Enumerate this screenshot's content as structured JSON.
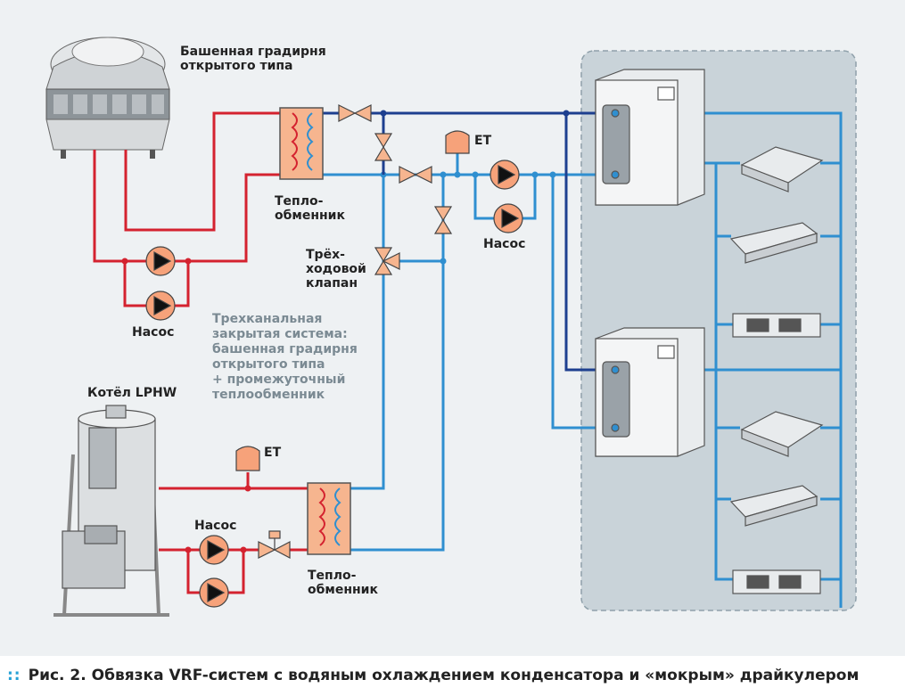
{
  "colors": {
    "hot_pipe": "#d4222f",
    "cold_pipe": "#2f8fd0",
    "supply_pipe": "#1d3f8f",
    "valve_fill": "#f6b58f",
    "pump_fill": "#f6a27a",
    "hx_fill": "#f6b58f",
    "panel_bg": "#c9d3d9"
  },
  "labels": {
    "cooling_tower": "Башенная градирня\nоткрытого типа",
    "hx_top": "Тепло-\nобменник",
    "et_top": "ET",
    "pump_right": "Насос",
    "pump_left": "Насос",
    "three_way_valve": "Трёх-\nходовой\nклапан",
    "system_note": "Трехканальная\nзакрытая система:\nбашенная градирня\nоткрытого типа\n+ промежуточный\nтеплообменник",
    "boiler": "Котёл LPHW",
    "et_bottom": "ET",
    "pump_bottom": "Насос",
    "hx_bottom": "Тепло-\nобменник"
  },
  "caption": {
    "dots": "::",
    "figure_no": "Рис. 2.",
    "text": "Обвязка VRF-систем с водяным охлаждением конденсатора и «мокрым» драйкулером"
  }
}
